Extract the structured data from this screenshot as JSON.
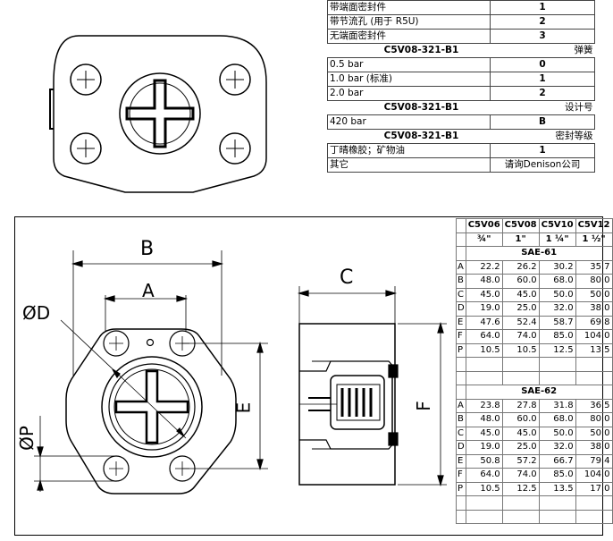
{
  "options": [
    {
      "label": "带端面密封件",
      "value": "1"
    },
    {
      "label": "带节流孔 (用于 R5U)",
      "value": "2"
    },
    {
      "label": "无端面密封件",
      "value": "3"
    },
    {
      "header": true,
      "model": "C5V08-321-B1",
      "title": "弹簧"
    },
    {
      "label": "0.5 bar",
      "value": "0"
    },
    {
      "label": "1.0 bar (标准)",
      "value": "1"
    },
    {
      "label": "2.0 bar",
      "value": "2"
    },
    {
      "header": true,
      "model": "C5V08-321-B1",
      "title": "设计号"
    },
    {
      "label": "420 bar",
      "value": "B"
    },
    {
      "header": true,
      "model": "C5V08-321-B1",
      "title": "密封等级"
    },
    {
      "label": "丁晴橡胶；矿物油",
      "value": "1"
    },
    {
      "label": "其它",
      "value": "请询Denison公司",
      "plain": true
    }
  ],
  "drawing_labels": {
    "b": "B",
    "a": "A",
    "d": "ØD",
    "c": "C",
    "e": "E",
    "f": "F",
    "p": "ØP"
  },
  "dim_table": {
    "models": [
      "C5V06",
      "C5V08",
      "C5V10",
      "C5V12"
    ],
    "sizes": [
      "¾\"",
      "1\"",
      "1 ¼\"",
      "1 ½\""
    ],
    "sections": [
      {
        "title": "SAE-61",
        "rows": [
          {
            "k": "A",
            "v": [
              "22.2",
              "26.2",
              "30.2",
              "35.7"
            ]
          },
          {
            "k": "B",
            "v": [
              "48.0",
              "60.0",
              "68.0",
              "80.0"
            ]
          },
          {
            "k": "C",
            "v": [
              "45.0",
              "45.0",
              "50.0",
              "50.0"
            ]
          },
          {
            "k": "D",
            "v": [
              "19.0",
              "25.0",
              "32.0",
              "38.0"
            ]
          },
          {
            "k": "E",
            "v": [
              "47.6",
              "52.4",
              "58.7",
              "69.8"
            ]
          },
          {
            "k": "F",
            "v": [
              "64.0",
              "74.0",
              "85.0",
              "104.0"
            ]
          },
          {
            "k": "P",
            "v": [
              "10.5",
              "10.5",
              "12.5",
              "13.5"
            ]
          }
        ]
      },
      {
        "title": "SAE-62",
        "rows": [
          {
            "k": "A",
            "v": [
              "23.8",
              "27.8",
              "31.8",
              "36.5"
            ]
          },
          {
            "k": "B",
            "v": [
              "48.0",
              "60.0",
              "68.0",
              "80.0"
            ]
          },
          {
            "k": "C",
            "v": [
              "45.0",
              "45.0",
              "50.0",
              "50.0"
            ]
          },
          {
            "k": "D",
            "v": [
              "19.0",
              "25.0",
              "32.0",
              "38.0"
            ]
          },
          {
            "k": "E",
            "v": [
              "50.8",
              "57.2",
              "66.7",
              "79.4"
            ]
          },
          {
            "k": "F",
            "v": [
              "64.0",
              "74.0",
              "85.0",
              "104.0"
            ]
          },
          {
            "k": "P",
            "v": [
              "10.5",
              "12.5",
              "13.5",
              "17.0"
            ]
          }
        ]
      }
    ]
  }
}
